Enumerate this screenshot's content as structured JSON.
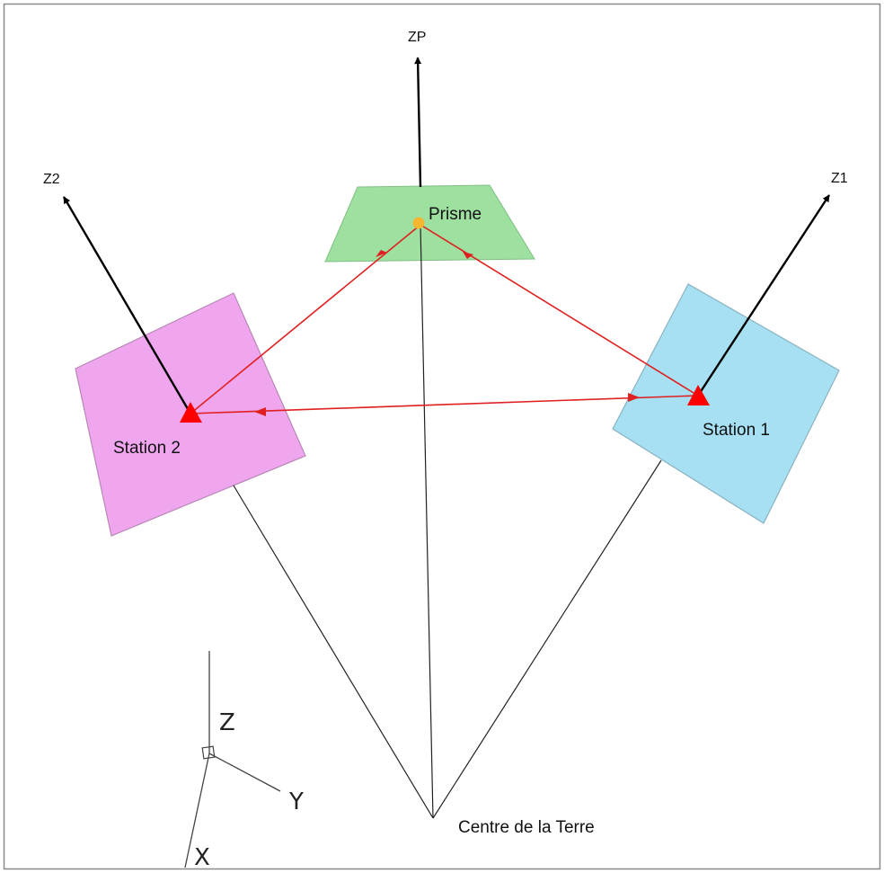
{
  "labels": {
    "zp": "ZP",
    "z2": "Z2",
    "z1": "Z1",
    "prisme": "Prisme",
    "station2": "Station 2",
    "station1": "Station 1",
    "centre": "Centre de la Terre",
    "triad_z": "Z",
    "triad_y": "Y",
    "triad_x": "X"
  },
  "colors": {
    "border": "#8a8a8a",
    "prisme_plane": "#9ee0a0",
    "station2_plane": "#f0a6ee",
    "station1_plane": "#a6e0f2",
    "measurement_lines": "#e02020",
    "station_marker": "#ff0000",
    "prism_marker": "#f5b630",
    "axis_lines": "#000000"
  },
  "icons": {
    "station_marker": "red-triangle-icon",
    "prism_marker": "orange-dot-icon"
  }
}
